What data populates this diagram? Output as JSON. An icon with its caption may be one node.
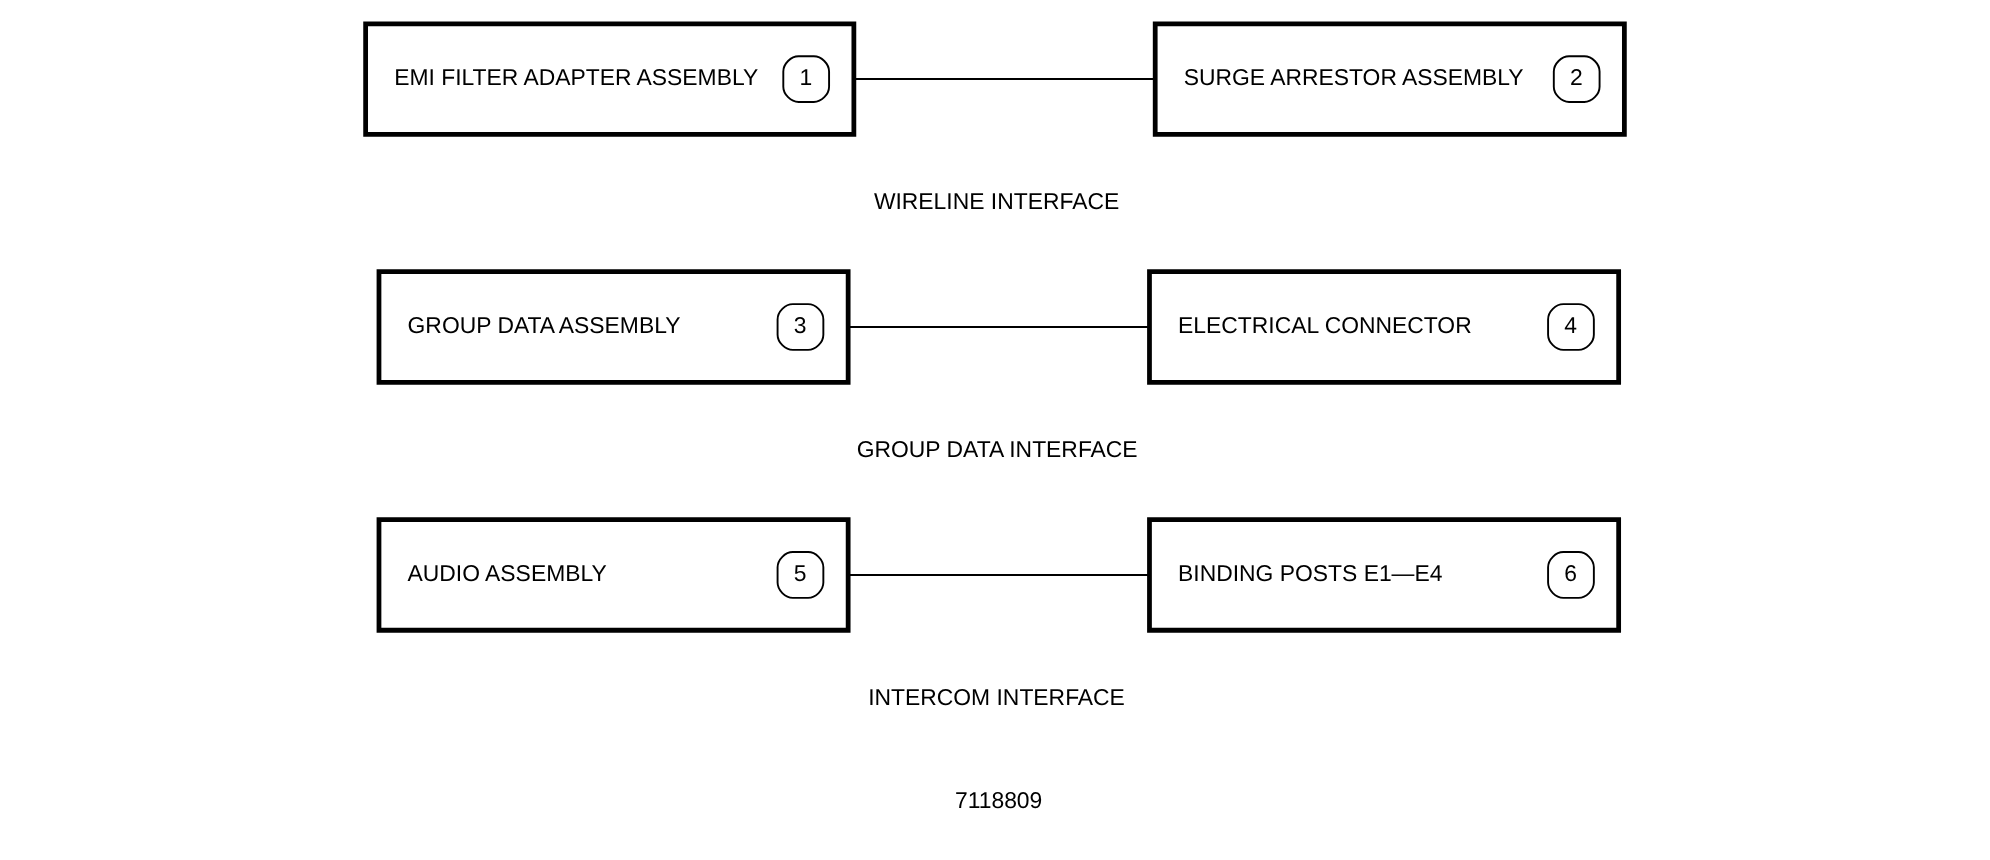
{
  "diagram": {
    "nodes": [
      {
        "text": [
          "EMI FILTER ADAPTER ASSEMBLY",
          "1"
        ]
      },
      {
        "text": [
          "SURGE ARRESTOR ASSEMBLY",
          "2"
        ]
      },
      {
        "text": [
          "GROUP DATA ASSEMBLY",
          "3"
        ]
      },
      {
        "text": [
          "ELECTRICAL CONNECTOR",
          "4"
        ]
      },
      {
        "text": [
          "AUDIO ASSEMBLY",
          "5"
        ]
      },
      {
        "text": [
          "BINDING POSTS E1—E4",
          "6"
        ]
      }
    ],
    "edges": [
      {
        "from": 0,
        "to": 1,
        "arrow": "none"
      },
      {
        "from": 2,
        "to": 3,
        "arrow": "none"
      },
      {
        "from": 4,
        "to": 5,
        "arrow": "none"
      }
    ],
    "labels": [
      "WIRELINE INTERFACE",
      "GROUP DATA INTERFACE",
      "INTERCOM INTERFACE",
      "7118809"
    ]
  }
}
